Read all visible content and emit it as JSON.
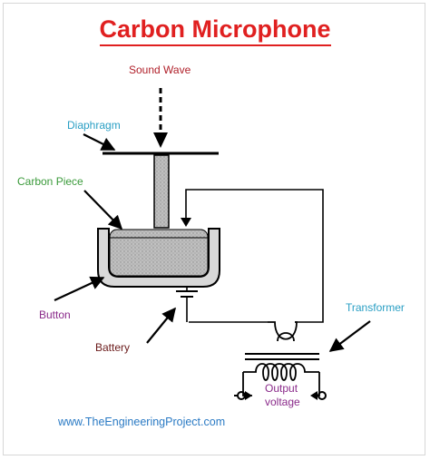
{
  "title": "Carbon Microphone",
  "labels": {
    "sound_wave": "Sound Wave",
    "diaphragm": "Diaphragm",
    "carbon_piece": "Carbon Piece",
    "button": "Button",
    "battery": "Battery",
    "transformer": "Transformer",
    "output_voltage_line1": "Output",
    "output_voltage_line2": "voltage"
  },
  "footer": "www.TheEngineeringProject.com",
  "colors": {
    "title": "#e02020",
    "sound_wave": "#b0202a",
    "diaphragm": "#2a9fc4",
    "carbon_piece": "#3a9a3a",
    "button": "#8a2a8a",
    "battery": "#6a1a1a",
    "transformer": "#2a9fc4",
    "output_voltage": "#8a2a8a",
    "footer": "#2a7ac4"
  }
}
